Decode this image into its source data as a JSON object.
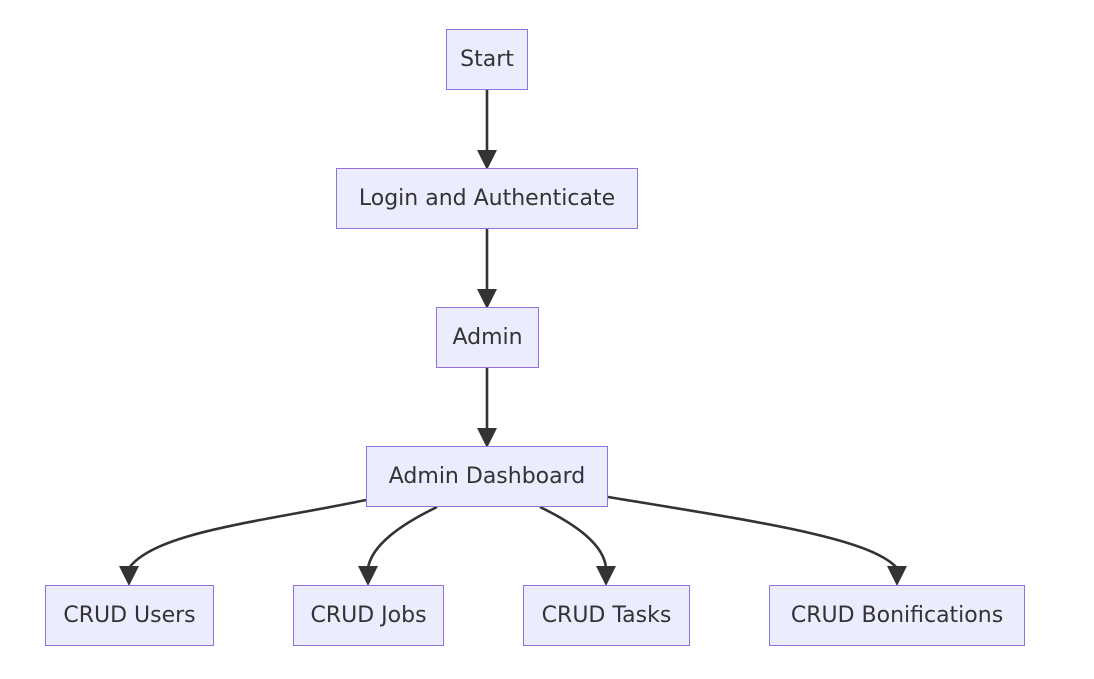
{
  "diagram": {
    "nodes": {
      "start": "Start",
      "login": "Login and Authenticate",
      "admin": "Admin",
      "dashboard": "Admin Dashboard",
      "crud_users": "CRUD Users",
      "crud_jobs": "CRUD Jobs",
      "crud_tasks": "CRUD Tasks",
      "crud_bonifications": "CRUD Bonifications"
    },
    "edges": [
      [
        "start",
        "login"
      ],
      [
        "login",
        "admin"
      ],
      [
        "admin",
        "dashboard"
      ],
      [
        "dashboard",
        "crud_users"
      ],
      [
        "dashboard",
        "crud_jobs"
      ],
      [
        "dashboard",
        "crud_tasks"
      ],
      [
        "dashboard",
        "crud_bonifications"
      ]
    ],
    "colors": {
      "node_fill": "#ececff",
      "node_border": "#9370db",
      "edge": "#333333",
      "text": "#333333"
    }
  }
}
